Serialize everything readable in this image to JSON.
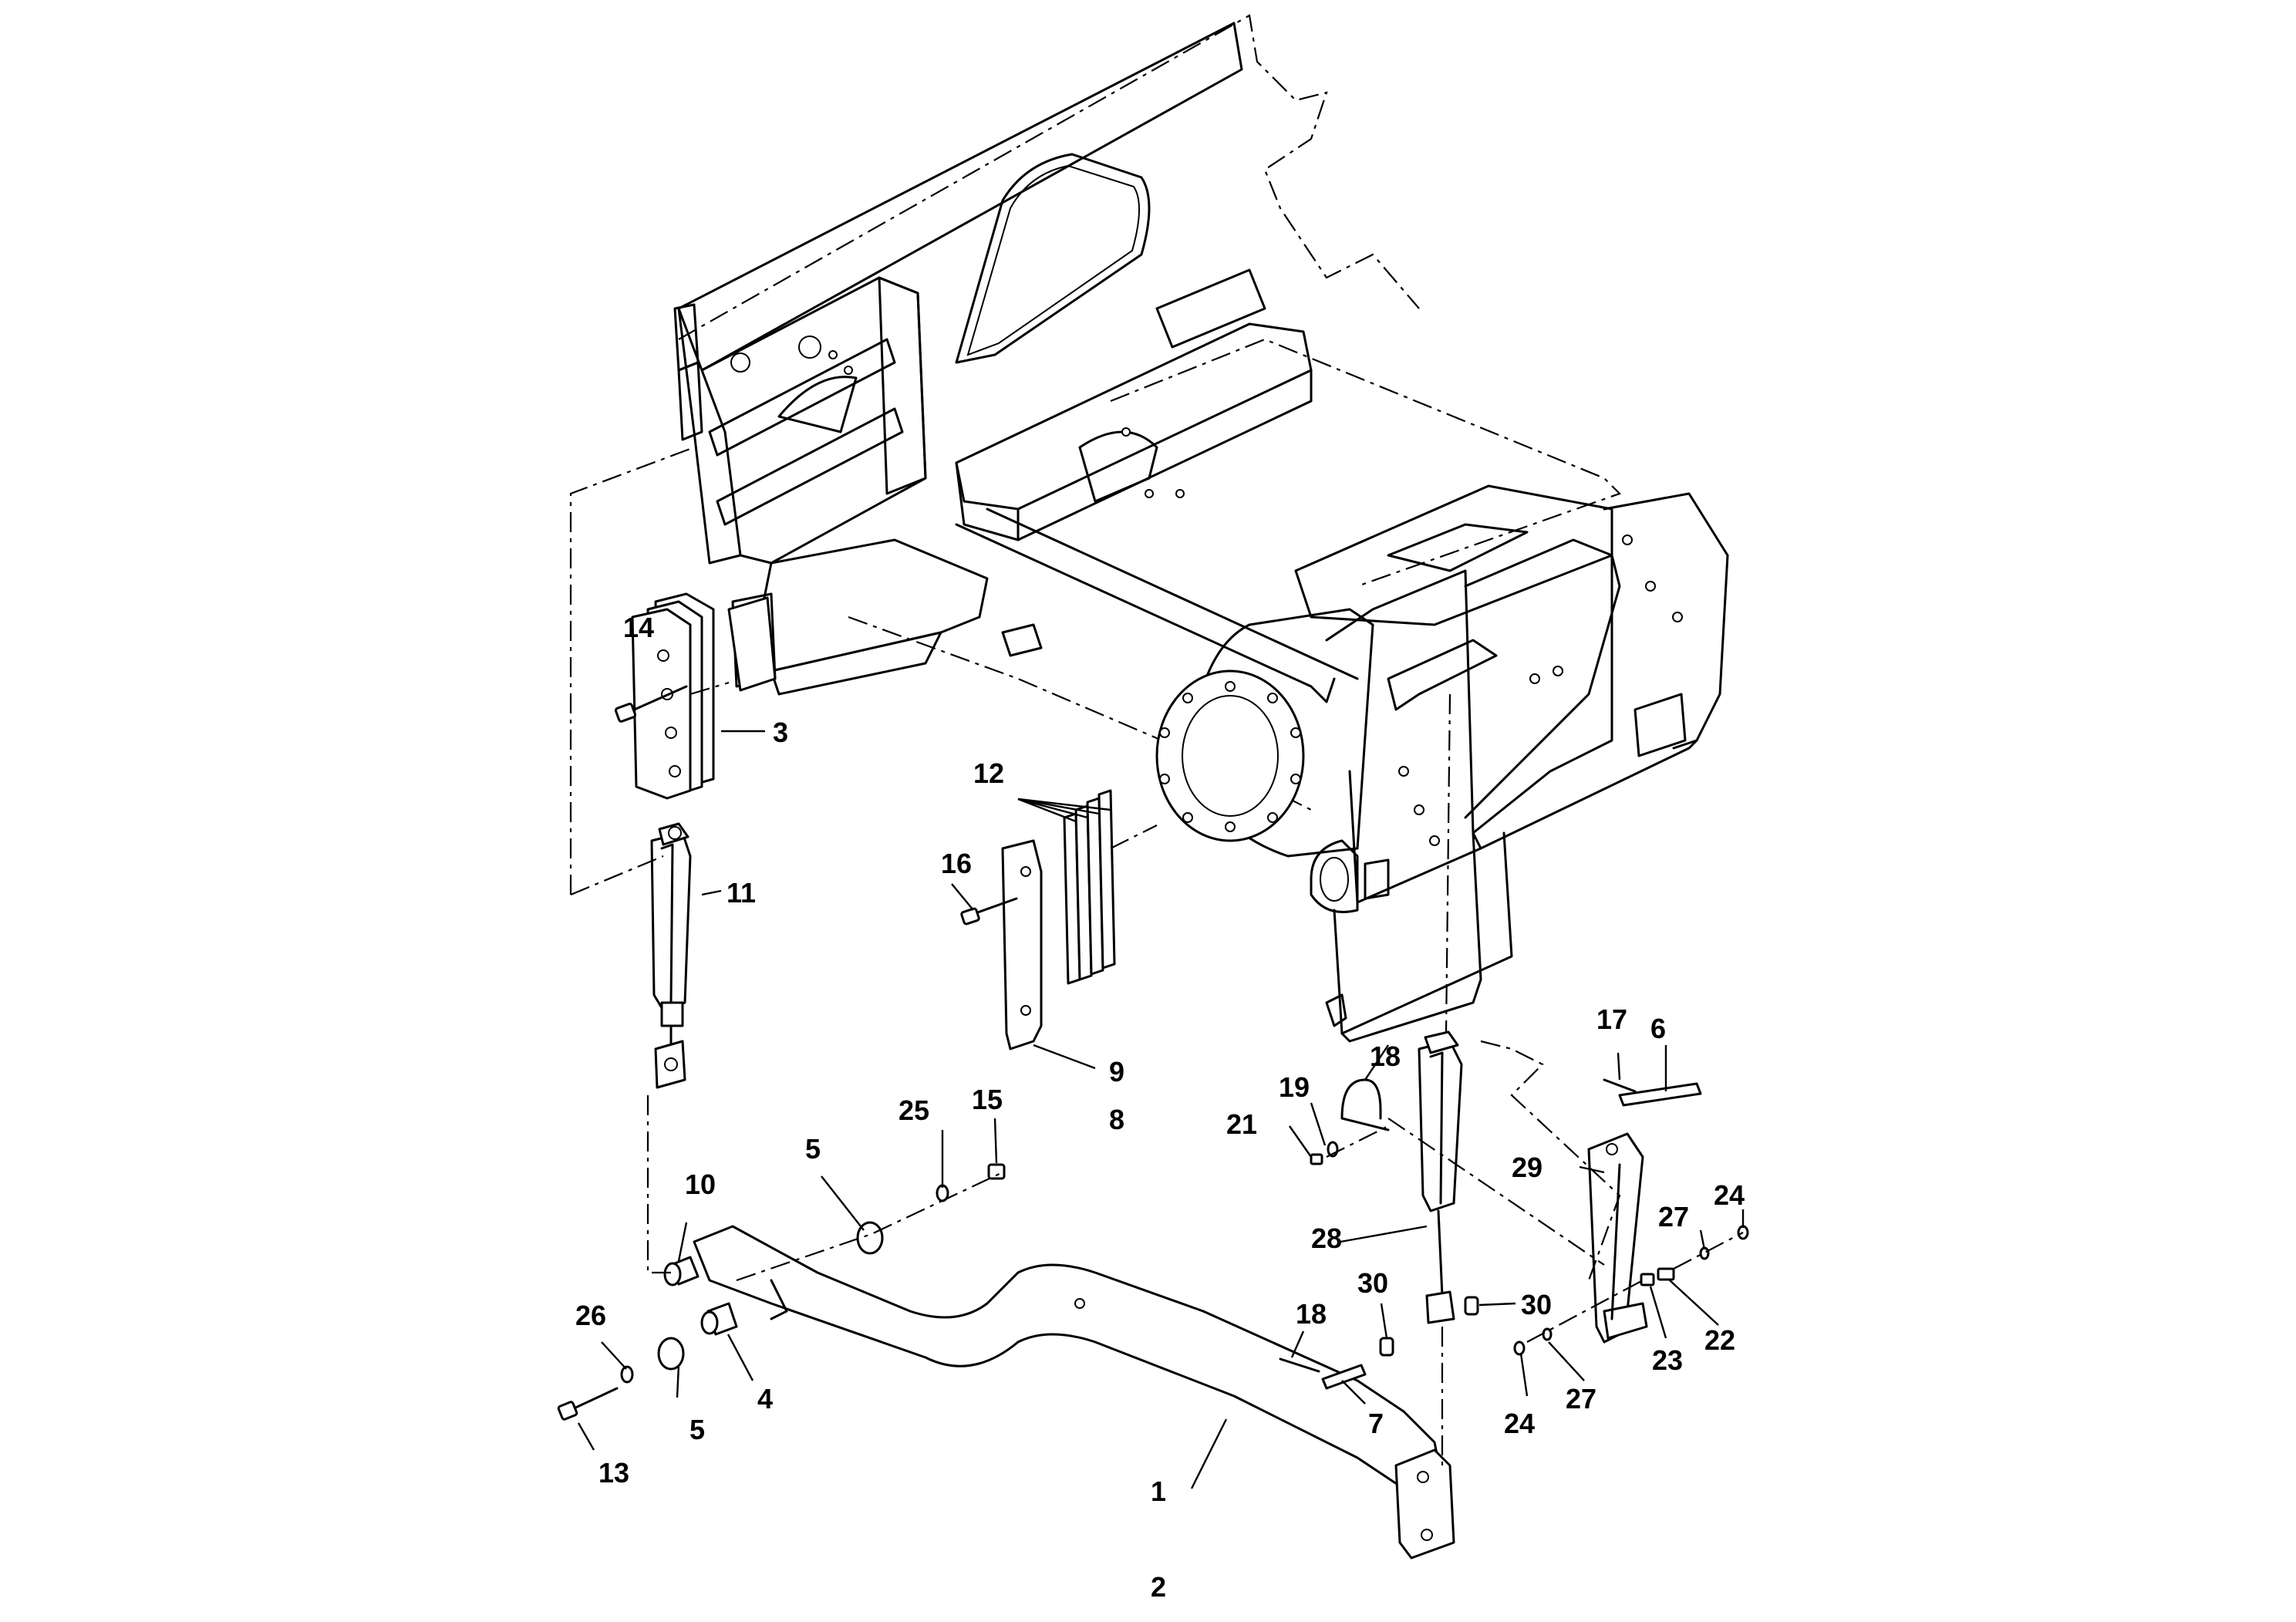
{
  "callouts": [
    {
      "id": "c1",
      "text": "1"
    },
    {
      "id": "c2",
      "text": "2"
    },
    {
      "id": "c3",
      "text": "3"
    },
    {
      "id": "c4",
      "text": "4"
    },
    {
      "id": "c5a",
      "text": "5"
    },
    {
      "id": "c5b",
      "text": "5"
    },
    {
      "id": "c6",
      "text": "6"
    },
    {
      "id": "c7",
      "text": "7"
    },
    {
      "id": "c8",
      "text": "8"
    },
    {
      "id": "c9",
      "text": "9"
    },
    {
      "id": "c10",
      "text": "10"
    },
    {
      "id": "c11",
      "text": "11"
    },
    {
      "id": "c12",
      "text": "12"
    },
    {
      "id": "c13",
      "text": "13"
    },
    {
      "id": "c14",
      "text": "14"
    },
    {
      "id": "c15",
      "text": "15"
    },
    {
      "id": "c16",
      "text": "16"
    },
    {
      "id": "c17",
      "text": "17"
    },
    {
      "id": "c18a",
      "text": "18"
    },
    {
      "id": "c18b",
      "text": "18"
    },
    {
      "id": "c19",
      "text": "19"
    },
    {
      "id": "c21",
      "text": "21"
    },
    {
      "id": "c22",
      "text": "22"
    },
    {
      "id": "c23",
      "text": "23"
    },
    {
      "id": "c24a",
      "text": "24"
    },
    {
      "id": "c24b",
      "text": "24"
    },
    {
      "id": "c25",
      "text": "25"
    },
    {
      "id": "c26",
      "text": "26"
    },
    {
      "id": "c27a",
      "text": "27"
    },
    {
      "id": "c27b",
      "text": "27"
    },
    {
      "id": "c28",
      "text": "28"
    },
    {
      "id": "c29",
      "text": "29"
    },
    {
      "id": "c30a",
      "text": "30"
    },
    {
      "id": "c30b",
      "text": "30"
    }
  ]
}
